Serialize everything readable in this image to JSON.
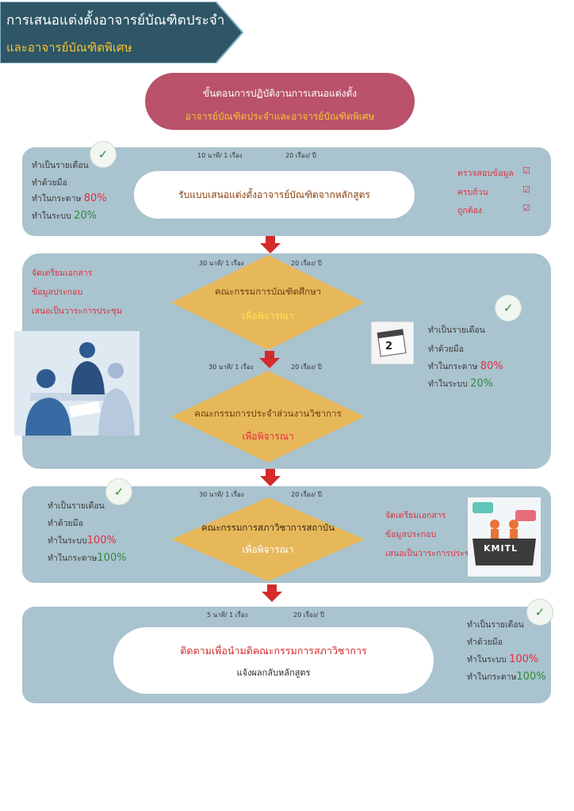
{
  "banner": {
    "line1": "การเสนอแต่งตั้งอาจารย์บัณฑิตประจำ",
    "line2": "และอาจารย์บัณฑิตพิเศษ"
  },
  "header": {
    "line1": "ขั้นตอนการปฏิบัติงานการเสนอแต่งตั้ง",
    "line2": "อาจารย์บัณฑิตประจำและอาจารย์บัณฑิตพิเศษ"
  },
  "step1": {
    "time": "10 นาที/ 1 เรื่อง",
    "count": "20 เรื่อง/ ปี",
    "task": "รับแบบเสนอแต่งตั้งอาจารย์บัณฑิตจากหลักสูตร",
    "left": {
      "line1": "ทำเป็นรายเดือน",
      "line2": "ทำด้วยมือ",
      "line3_label": "ทำในกระดาษ ",
      "line3_value": "80%",
      "line4_label": "ทำในระบบ ",
      "line4_value": "20%"
    },
    "checks": [
      {
        "label": "ตรวจสอบข้อมูล",
        "box": "☑"
      },
      {
        "label": "ครบถ้วน",
        "box": "☑"
      },
      {
        "label": "ถูกต้อง",
        "box": "☑"
      }
    ],
    "check_icon": "✓"
  },
  "step2": {
    "left_notes": [
      "จัดเตรียมเอกสาร",
      "ข้อมูลประกอบ",
      "เสนอเป็นวาระการประชุม"
    ],
    "a": {
      "time": "30 นาที/ 1 เรื่อง",
      "count": "20 เรื่อง/ ปี",
      "committee": "คณะกรรมการบัณฑิตศึกษา",
      "action": "เพื่อพิจารณา"
    },
    "b": {
      "time": "30 นาที/ 1 เรื่อง",
      "count": "20 เรื่อง/ ปี",
      "committee": "คณะกรรมการประจำส่วนงานวิชาการ",
      "action": "เพื่อพิจารณา"
    },
    "right": {
      "line1": "ทำเป็นรายเดือน",
      "line2": "ทำด้วยมือ",
      "line3_label": "ทำในกระดาษ ",
      "line3_value": "80%",
      "line4_label": "ทำในระบบ ",
      "line4_value": "20%"
    },
    "calendar_number": "2",
    "check_icon": "✓"
  },
  "step3": {
    "time": "30 นาที/ 1 เรื่อง",
    "count": "20 เรื่อง/ ปี",
    "committee": "คณะกรรมการสภาวิชาการสถาบัน",
    "action": "เพื่อพิจารณา",
    "left": {
      "line1": "ทำเป็นรายเดือน",
      "line2": "ทำด้วยมือ",
      "line3_label": "ทำในระบบ",
      "line3_value": "100%",
      "line4_label": "ทำในกระดาษ",
      "line4_value": "100%"
    },
    "right_notes": [
      "จัดเตรียมเอกสาร",
      "ข้อมูลประกอบ",
      "เสนอเป็นวาระการประชุม"
    ],
    "logo_text": "KMITL",
    "check_icon": "✓"
  },
  "step4": {
    "time": "5 นาที/ 1 เรื่อง",
    "count": "20 เรื่อง/ ปี",
    "task_line1": "ติดตามเพื่อนำมติคณะกรรมการสภาวิชาการ",
    "task_line2": "แจ้งผลกลับหลักสูตร",
    "right": {
      "line1": "ทำเป็นรายเดือน",
      "line2": "ทำด้วยมือ",
      "line3_label": "ทำในระบบ ",
      "line3_value": "100%",
      "line4_label": "ทำในกระดาษ",
      "line4_value": "100%"
    },
    "check_icon": "✓"
  },
  "colors": {
    "banner": "#2e5666",
    "header_pill": "#b9526a",
    "panel": "#a9c3cf",
    "diamond": "#e7b85a",
    "arrow": "#d42b2b",
    "accent_yellow": "#f6c431",
    "red_text": "#e0303e",
    "green_text": "#2f8a3a"
  }
}
